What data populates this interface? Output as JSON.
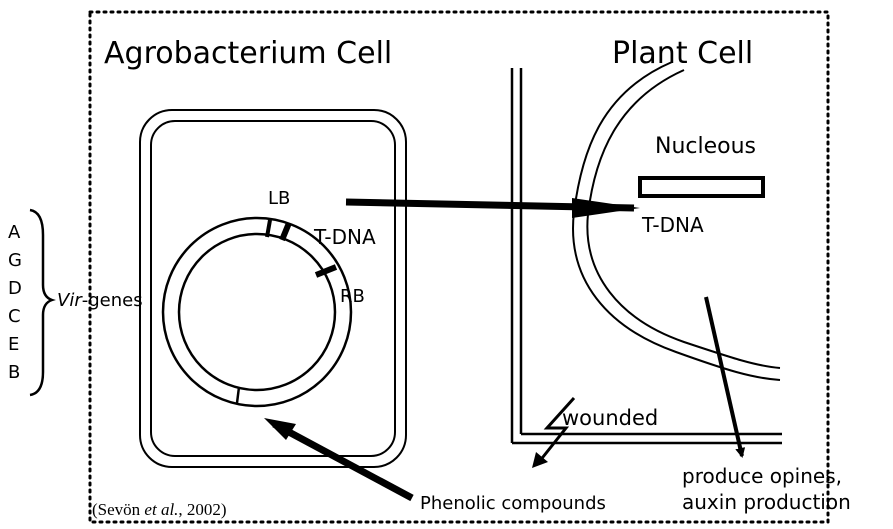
{
  "titles": {
    "agro_cell": "Agrobacterium Cell",
    "plant_cell": "Plant Cell"
  },
  "plant": {
    "nucleus_label": "Nucleous",
    "tdna_label": "T-DNA",
    "wounded_label": "wounded"
  },
  "plasmid": {
    "lb_label": "LB",
    "rb_label": "RB",
    "tdna_label": "T-DNA"
  },
  "vir": {
    "genes": [
      "A",
      "G",
      "D",
      "C",
      "E",
      "B"
    ],
    "label_italic": "Vir",
    "label_rest": "-genes"
  },
  "bottom": {
    "phenolic": "Phenolic compounds",
    "opines_line1": "produce opines,",
    "opines_line2": "auxin production"
  },
  "citation": {
    "pre": "(Sevön ",
    "etal": "et al.",
    "post": ", 2002)"
  }
}
